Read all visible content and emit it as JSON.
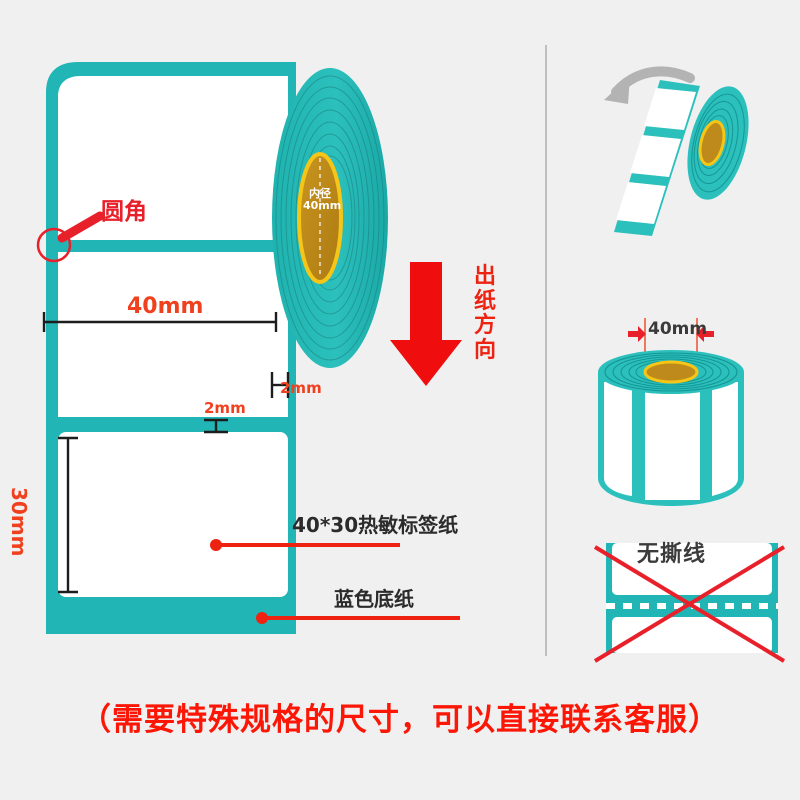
{
  "page": {
    "background_color": "#f0f0f0",
    "brand_teal": "#22b5b5",
    "label_white": "#ffffff",
    "accent_red": "#ee2211",
    "dimension_text_color": "#f0411f",
    "core_gold": "#bd8a1b",
    "core_ring_yellow": "#f5c518",
    "divider_color": "#bfbfbf"
  },
  "main_diagram": {
    "callouts": {
      "rounded_corner": "圆角",
      "thermal_label_paper": "40*30热敏标签纸",
      "blue_liner_paper": "蓝色底纸"
    },
    "dimensions": {
      "width": "40mm",
      "height": "30mm",
      "gap_vertical": "2mm",
      "margin_side": "2mm"
    },
    "roll_core": {
      "line1": "内径",
      "line2": "40mm"
    },
    "feed_direction": {
      "text": "出纸方向",
      "arrow": "down-arrow-icon"
    }
  },
  "side_panel": {
    "roll_3d": {
      "name": "label-roll-3d-illustration",
      "rotation_arrow": "curved-arrow-icon"
    },
    "roll_top_view": {
      "name": "label-roll-top-view-illustration",
      "core_diameter": "40mm"
    },
    "no_tear_line": {
      "text": "无撕线",
      "marker": "red-cross-icon"
    }
  },
  "footer": {
    "caption": "（需要特殊规格的尺寸，可以直接联系客服）"
  }
}
